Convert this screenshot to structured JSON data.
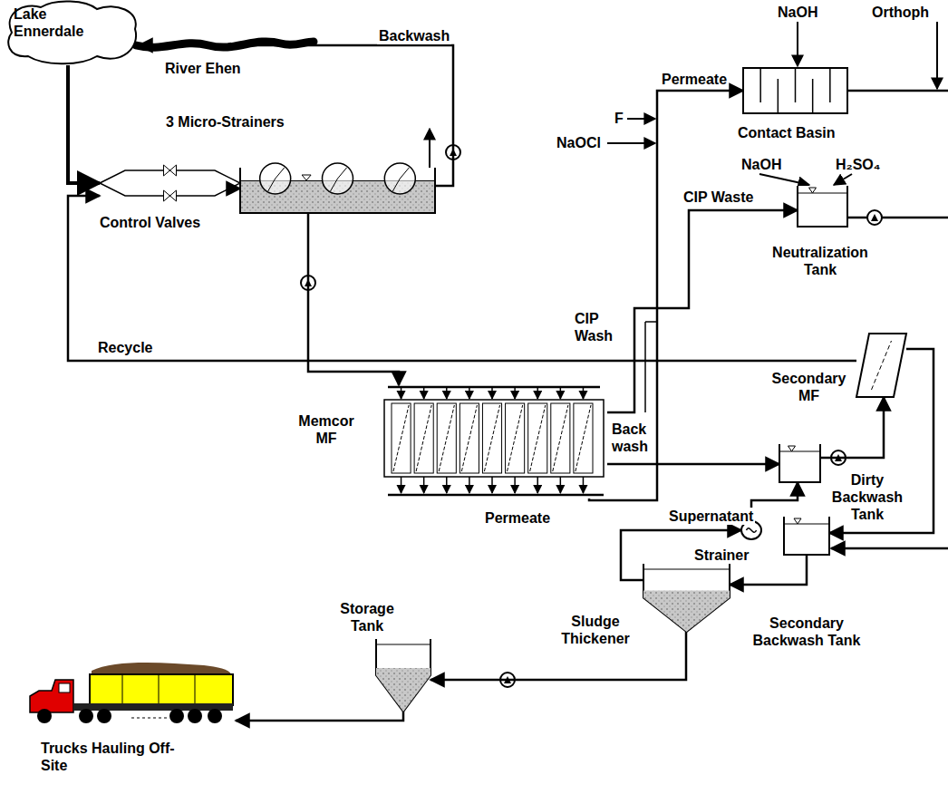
{
  "diagram": {
    "nodes": [
      {
        "text": [
          "Lake Ennerdale"
        ]
      },
      {
        "text": [
          "3 Micro-Strainers"
        ]
      },
      {
        "text": [
          "Control Valves"
        ]
      },
      {
        "text": [
          "Memcor MF"
        ]
      },
      {
        "text": [
          "Contact Basin"
        ]
      },
      {
        "text": [
          "Neutralization Tank"
        ]
      },
      {
        "text": [
          "Secondary MF"
        ]
      },
      {
        "text": [
          "Dirty Backwash Tank"
        ]
      },
      {
        "text": [
          "Secondary Backwash Tank"
        ]
      },
      {
        "text": [
          "Sludge Thickener"
        ]
      },
      {
        "text": [
          "Storage Tank"
        ]
      },
      {
        "text": [
          "Trucks Hauling Off-Site"
        ]
      },
      {
        "text": [
          "Strainer"
        ]
      }
    ],
    "edges": [
      {
        "from": 0,
        "to": 2,
        "arrow": "to"
      },
      {
        "from": 2,
        "to": 1,
        "arrow": "to"
      },
      {
        "from": 1,
        "to": 0,
        "label": "Backwash",
        "arrow": "to"
      },
      {
        "from": 1,
        "to": 3,
        "arrow": "to"
      },
      {
        "from": 3,
        "to": 4,
        "label": "Permeate",
        "arrow": "to"
      },
      {
        "from": 3,
        "to": 5,
        "label": "CIP Waste",
        "arrow": "to"
      },
      {
        "from": 3,
        "to": 7,
        "label": "Back wash",
        "arrow": "to"
      },
      {
        "from": 7,
        "to": 6,
        "arrow": "to"
      },
      {
        "from": 6,
        "to": 2,
        "label": "Recycle",
        "arrow": "to"
      },
      {
        "from": 6,
        "to": 8,
        "arrow": "to"
      },
      {
        "from": 8,
        "to": 9,
        "arrow": "to"
      },
      {
        "from": 9,
        "to": 12,
        "label": "Supernatant",
        "arrow": "to"
      },
      {
        "from": 12,
        "to": 7,
        "arrow": "to"
      },
      {
        "from": 9,
        "to": 10,
        "arrow": "to"
      },
      {
        "from": 10,
        "to": 11,
        "arrow": "to"
      }
    ],
    "labels": [
      "River Ehen",
      "F",
      "NaOCl",
      "NaOH",
      "Orthoph",
      "NaOH",
      "H₂SO₄",
      "CIP Wash",
      "Permeate"
    ]
  }
}
